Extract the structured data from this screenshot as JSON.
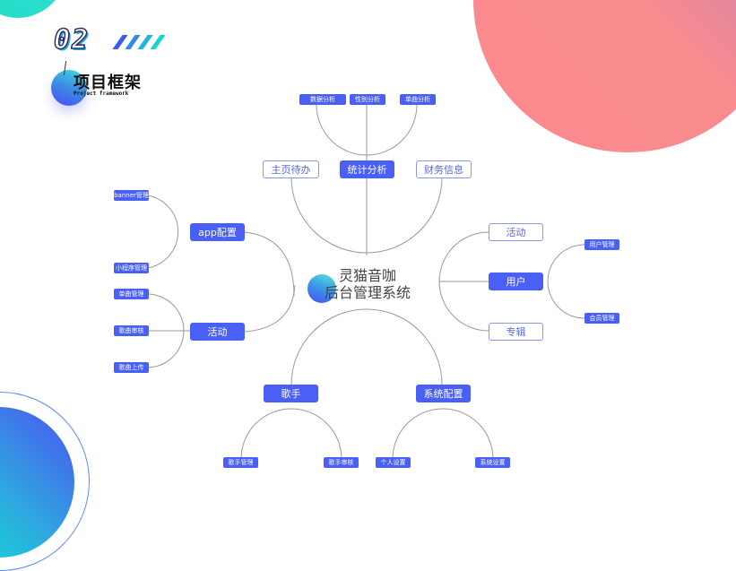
{
  "section": {
    "number": "02",
    "title": "项目框架",
    "subtitle": "Project framework"
  },
  "colors": {
    "primary_node": "#4a5ff5",
    "outline_node_text": "#5566e8",
    "connector": "#999999"
  },
  "center": {
    "line1": "灵猫音咖",
    "line2": "后台管理系统"
  },
  "branches": {
    "top": {
      "main": "统计分析",
      "siblings": [
        "主页待办",
        "财务信息"
      ],
      "children": [
        "数据分析",
        "性别分析",
        "单曲分析"
      ]
    },
    "app_config": {
      "main": "app配置",
      "children": [
        "banner管理",
        "小程序管理"
      ]
    },
    "activity_left": {
      "main": "活动",
      "children": [
        "单曲管理",
        "歌曲审核",
        "歌曲上传"
      ]
    },
    "user": {
      "main": "用户",
      "siblings": [
        "活动",
        "专辑"
      ],
      "children": [
        "用户管理",
        "会员管理"
      ]
    },
    "singer": {
      "main": "歌手",
      "children": [
        "歌手管理",
        "歌手审核"
      ]
    },
    "system": {
      "main": "系统配置",
      "children": [
        "个人设置",
        "系统设置"
      ]
    }
  }
}
